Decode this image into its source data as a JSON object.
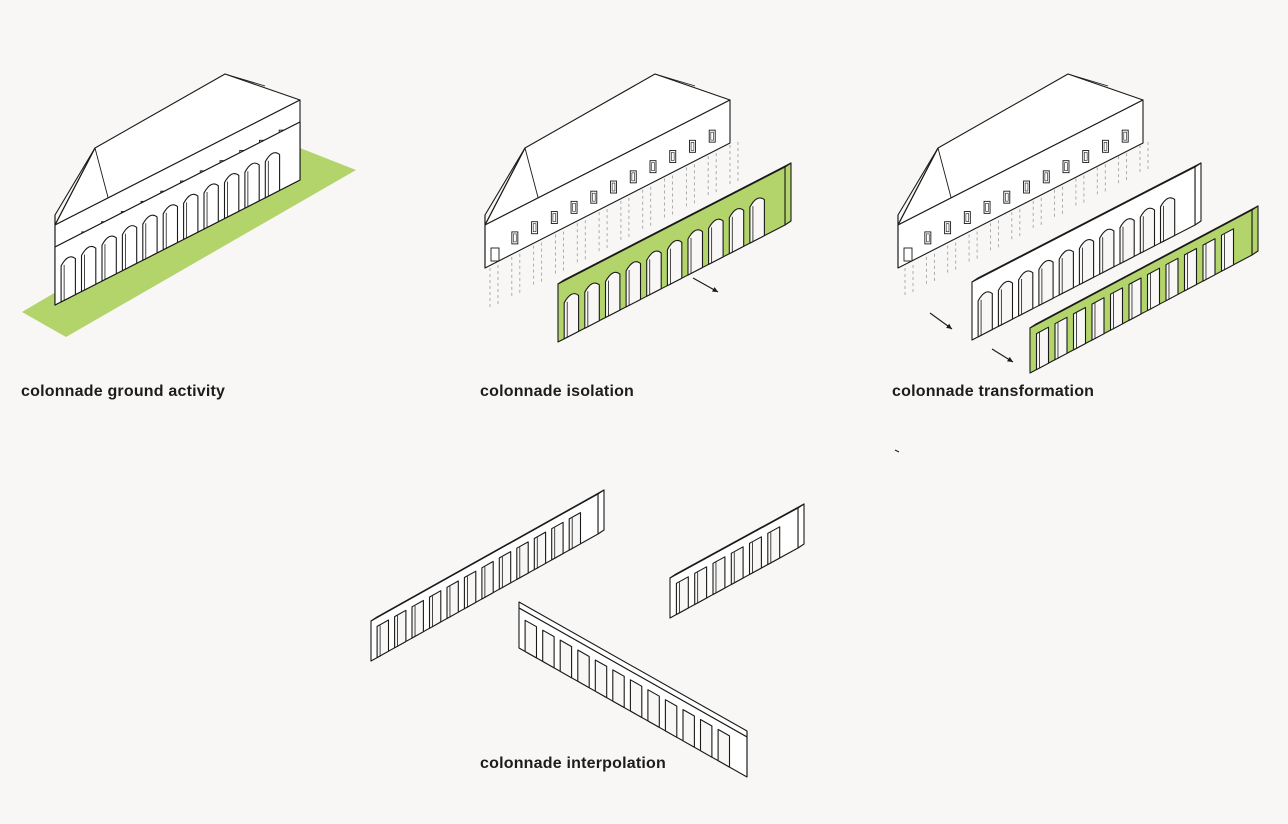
{
  "panels": [
    {
      "caption": "colonnade ground activity"
    },
    {
      "caption": "colonnade isolation"
    },
    {
      "caption": "colonnade transformation"
    },
    {
      "caption": "colonnade interpolation"
    }
  ],
  "colors": {
    "background": "#f8f7f5",
    "highlight_green": "#b2d46a",
    "line": "#1a1a1a",
    "dashed_line": "#9a9a9a",
    "face_fill": "#ffffff"
  },
  "icons": {
    "arrow": "arrow-icon"
  }
}
